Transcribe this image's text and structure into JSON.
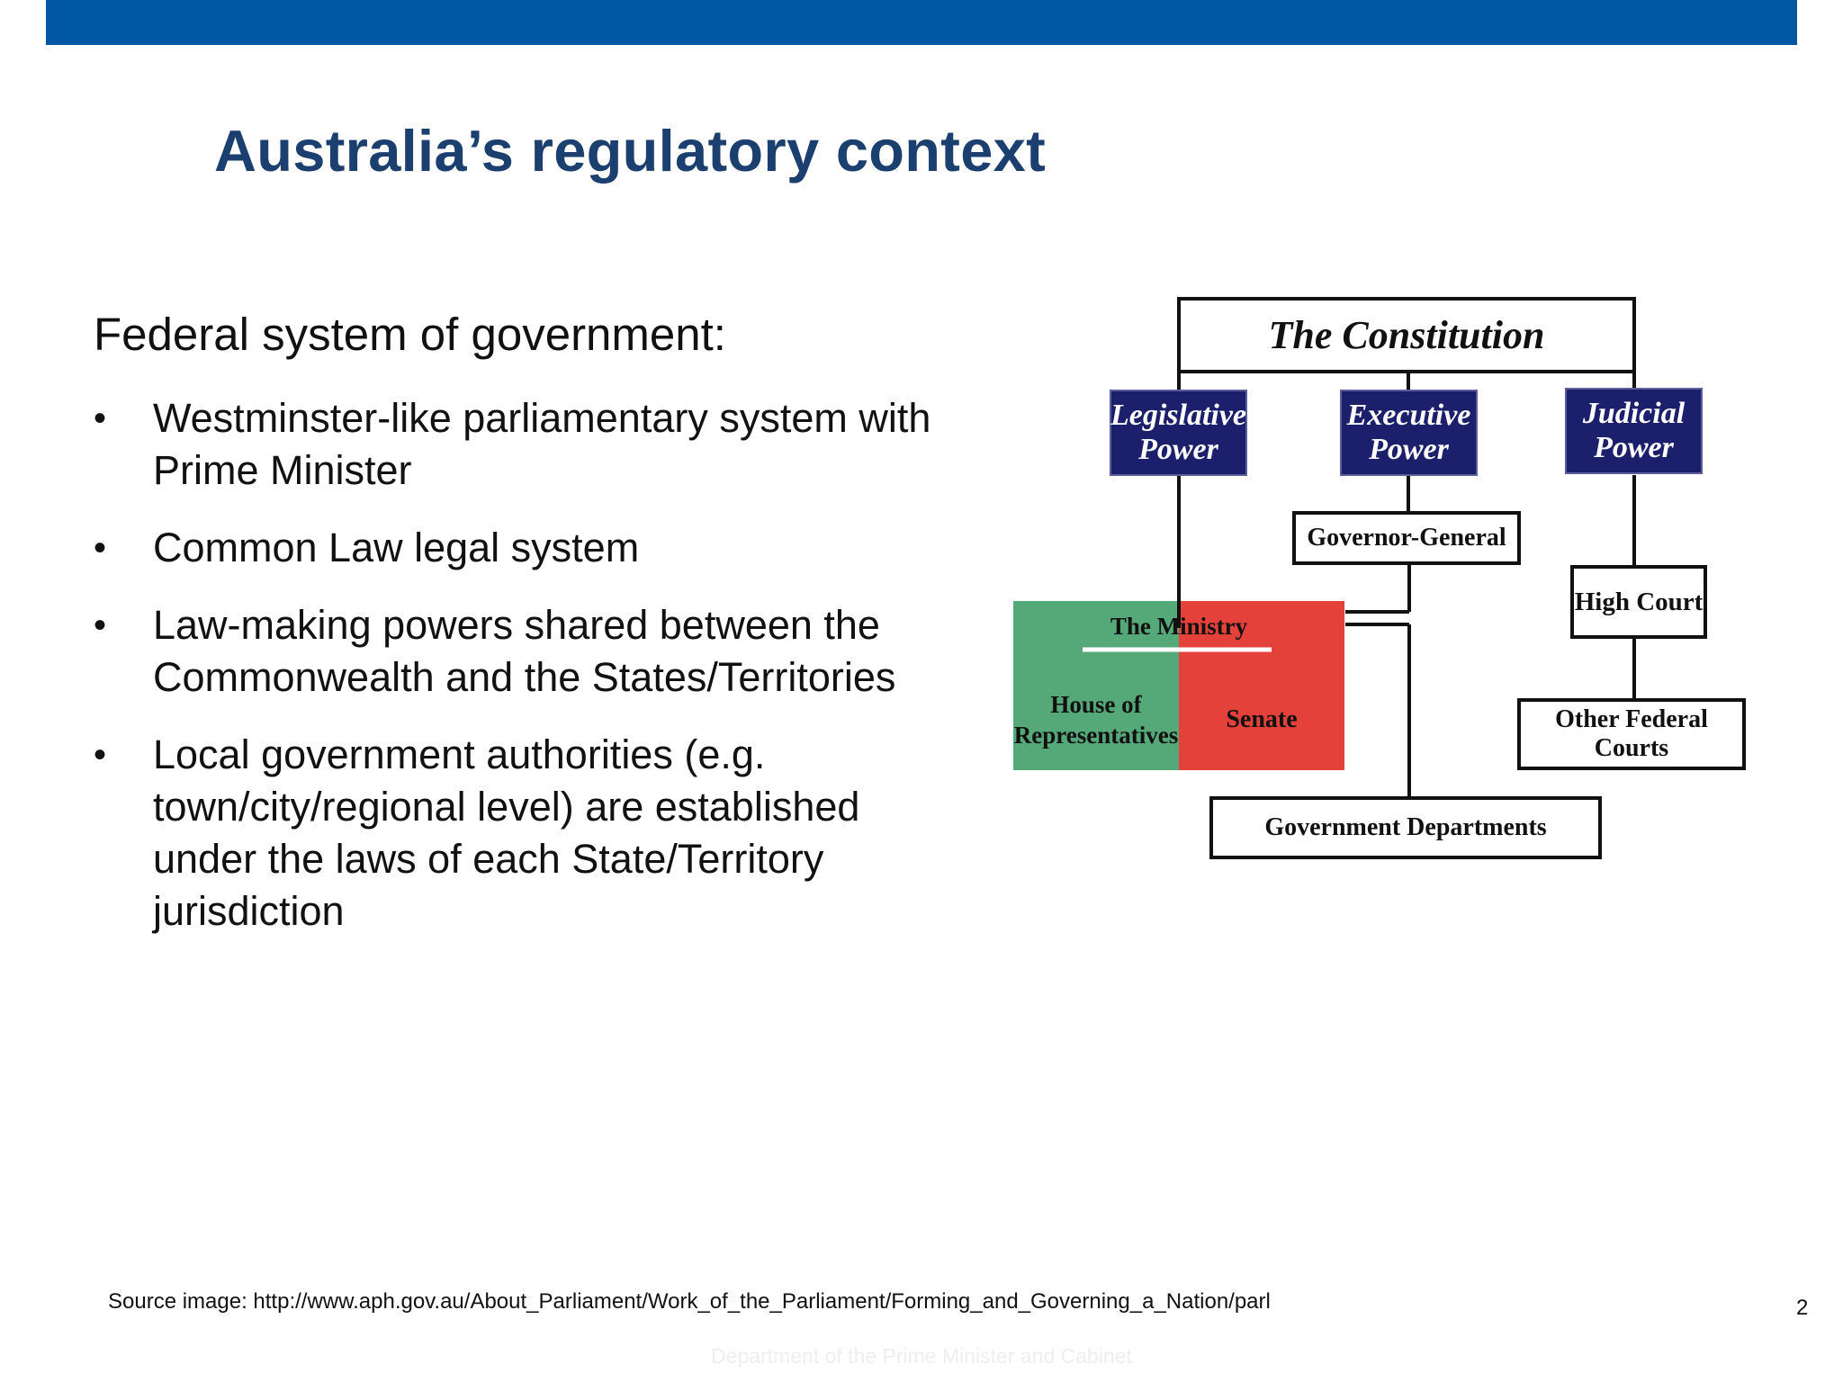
{
  "slide": {
    "title": "Australia’s regulatory context",
    "intro": "Federal system of government:",
    "bullets": [
      {
        "text": "Westminster-like parliamentary system with Prime Minister"
      },
      {
        "text": "Common Law legal system"
      },
      {
        "text": "Law-making powers shared between the Commonwealth and the States/Territories"
      },
      {
        "text": "Local government authorities (e.g. town/city/regional level) are established under the laws of each State/Territory jurisdiction"
      }
    ],
    "bullet_symbol": "•",
    "source_note": "Source image: http://www.aph.gov.au/About_Parliament/Work_of_the_Parliament/Forming_and_Governing_a_Nation/parl",
    "page_number": "2",
    "footer": "Department of the Prime Minister and Cabinet"
  },
  "diagram": {
    "constitution": "The Constitution",
    "legislative_line1": "Legislative",
    "legislative_line2": "Power",
    "executive_line1": "Executive",
    "executive_line2": "Power",
    "judicial_line1": "Judicial",
    "judicial_line2": "Power",
    "governor_general": "Governor-General",
    "high_court": "High Court",
    "the_ministry": "The Ministry",
    "house_line1": "House of",
    "house_line2": "Representatives",
    "senate": "Senate",
    "other_federal_courts": "Other Federal Courts",
    "government_departments": "Government Departments"
  },
  "colors": {
    "top_bar": "#0057a4",
    "title": "#1b3f6e",
    "power_box": "#1c1f6b",
    "house_green": "#55a878",
    "senate_red": "#e5413b",
    "footer_text": "#eeeeee"
  }
}
